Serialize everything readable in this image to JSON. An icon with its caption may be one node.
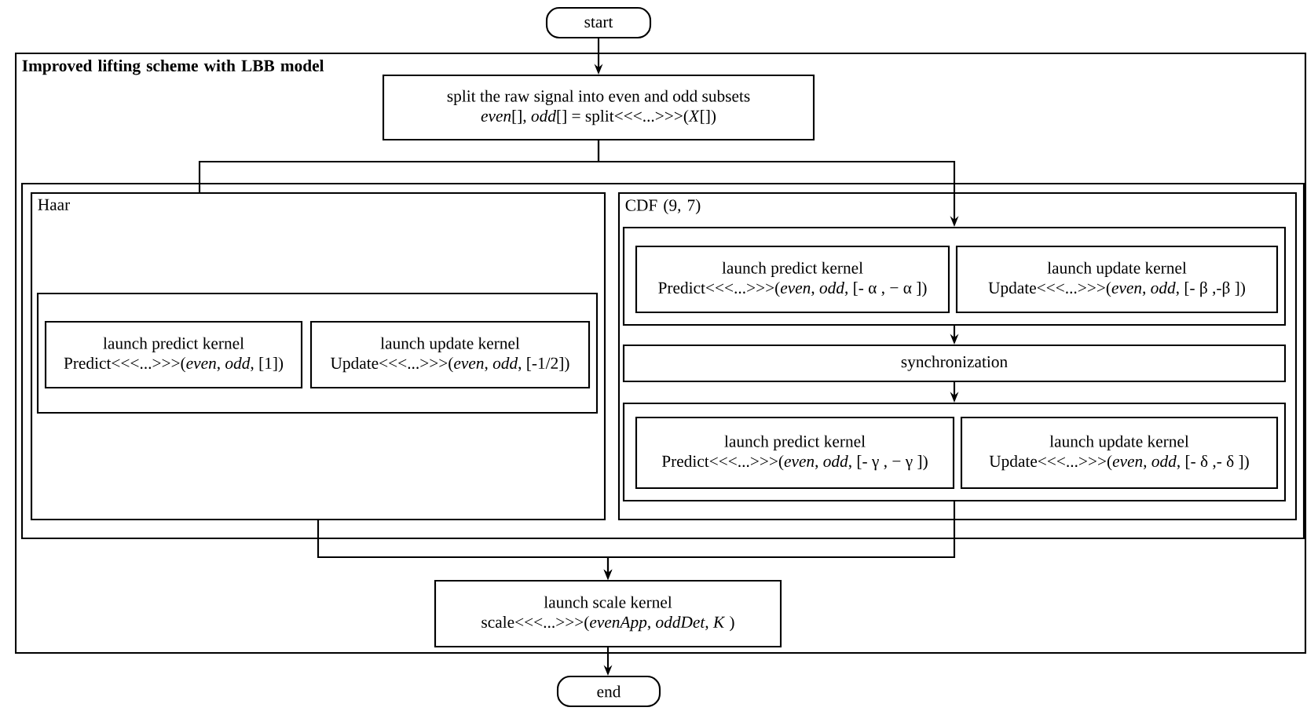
{
  "diagram": {
    "nodes": [
      {
        "text": [
          "start"
        ]
      },
      {
        "text": [
          "Improved lifting scheme with LBB model"
        ]
      },
      {
        "text": [
          "split the raw signal into even and odd subsets",
          "*even*[], *odd*[] = split<<<...>>>(*X*[])"
        ],
        "in": 1
      },
      {
        "text": [],
        "shape": "box",
        "in": 1
      },
      {
        "text": [
          "Haar"
        ],
        "in": 3
      },
      {
        "text": [],
        "shape": "box",
        "in": 4
      },
      {
        "text": [
          "launch predict kernel",
          "Predict<<<...>>>(*even*, *odd*, [1])"
        ],
        "in": 5
      },
      {
        "text": [
          "launch update kernel",
          "Update<<<...>>>(*even*, *odd*, [-1/2])"
        ],
        "in": 5
      },
      {
        "text": [
          "CDF (9, 7)"
        ],
        "in": 3
      },
      {
        "text": [],
        "shape": "box",
        "in": 8
      },
      {
        "text": [
          "launch predict kernel",
          "Predict<<<...>>>(*even*, *odd*, [- α , − α ])"
        ],
        "in": 9
      },
      {
        "text": [
          "launch update kernel",
          "Update<<<...>>>(*even*, *odd*, [- β ,-β ])"
        ],
        "in": 9
      },
      {
        "text": [
          "synchronization"
        ],
        "in": 8
      },
      {
        "text": [],
        "shape": "box",
        "in": 8
      },
      {
        "text": [
          "launch predict kernel",
          "Predict<<<...>>>(*even*, *odd*, [- γ , − γ ])"
        ],
        "in": 13
      },
      {
        "text": [
          "launch update kernel",
          "Update<<<...>>>(*even*, *odd*, [- δ ,- δ ])"
        ],
        "in": 13
      },
      {
        "text": [
          "launch scale kernel",
          "scale<<<...>>>(*evenApp*, *oddDet*, *K* )"
        ],
        "in": 1
      },
      {
        "text": [
          "end"
        ]
      }
    ],
    "edges": [
      {
        "from": 0,
        "to": 2,
        "arrow": "to"
      },
      {
        "from": 2,
        "to": 4,
        "arrow": "none"
      },
      {
        "from": 2,
        "to": 9,
        "arrow": "to"
      },
      {
        "from": 9,
        "to": 12,
        "arrow": "to"
      },
      {
        "from": 12,
        "to": 13,
        "arrow": "to"
      },
      {
        "from": 4,
        "to": 16,
        "arrow": "to"
      },
      {
        "from": 13,
        "to": 16,
        "arrow": "to"
      },
      {
        "from": 16,
        "to": 17,
        "arrow": "to"
      }
    ]
  }
}
